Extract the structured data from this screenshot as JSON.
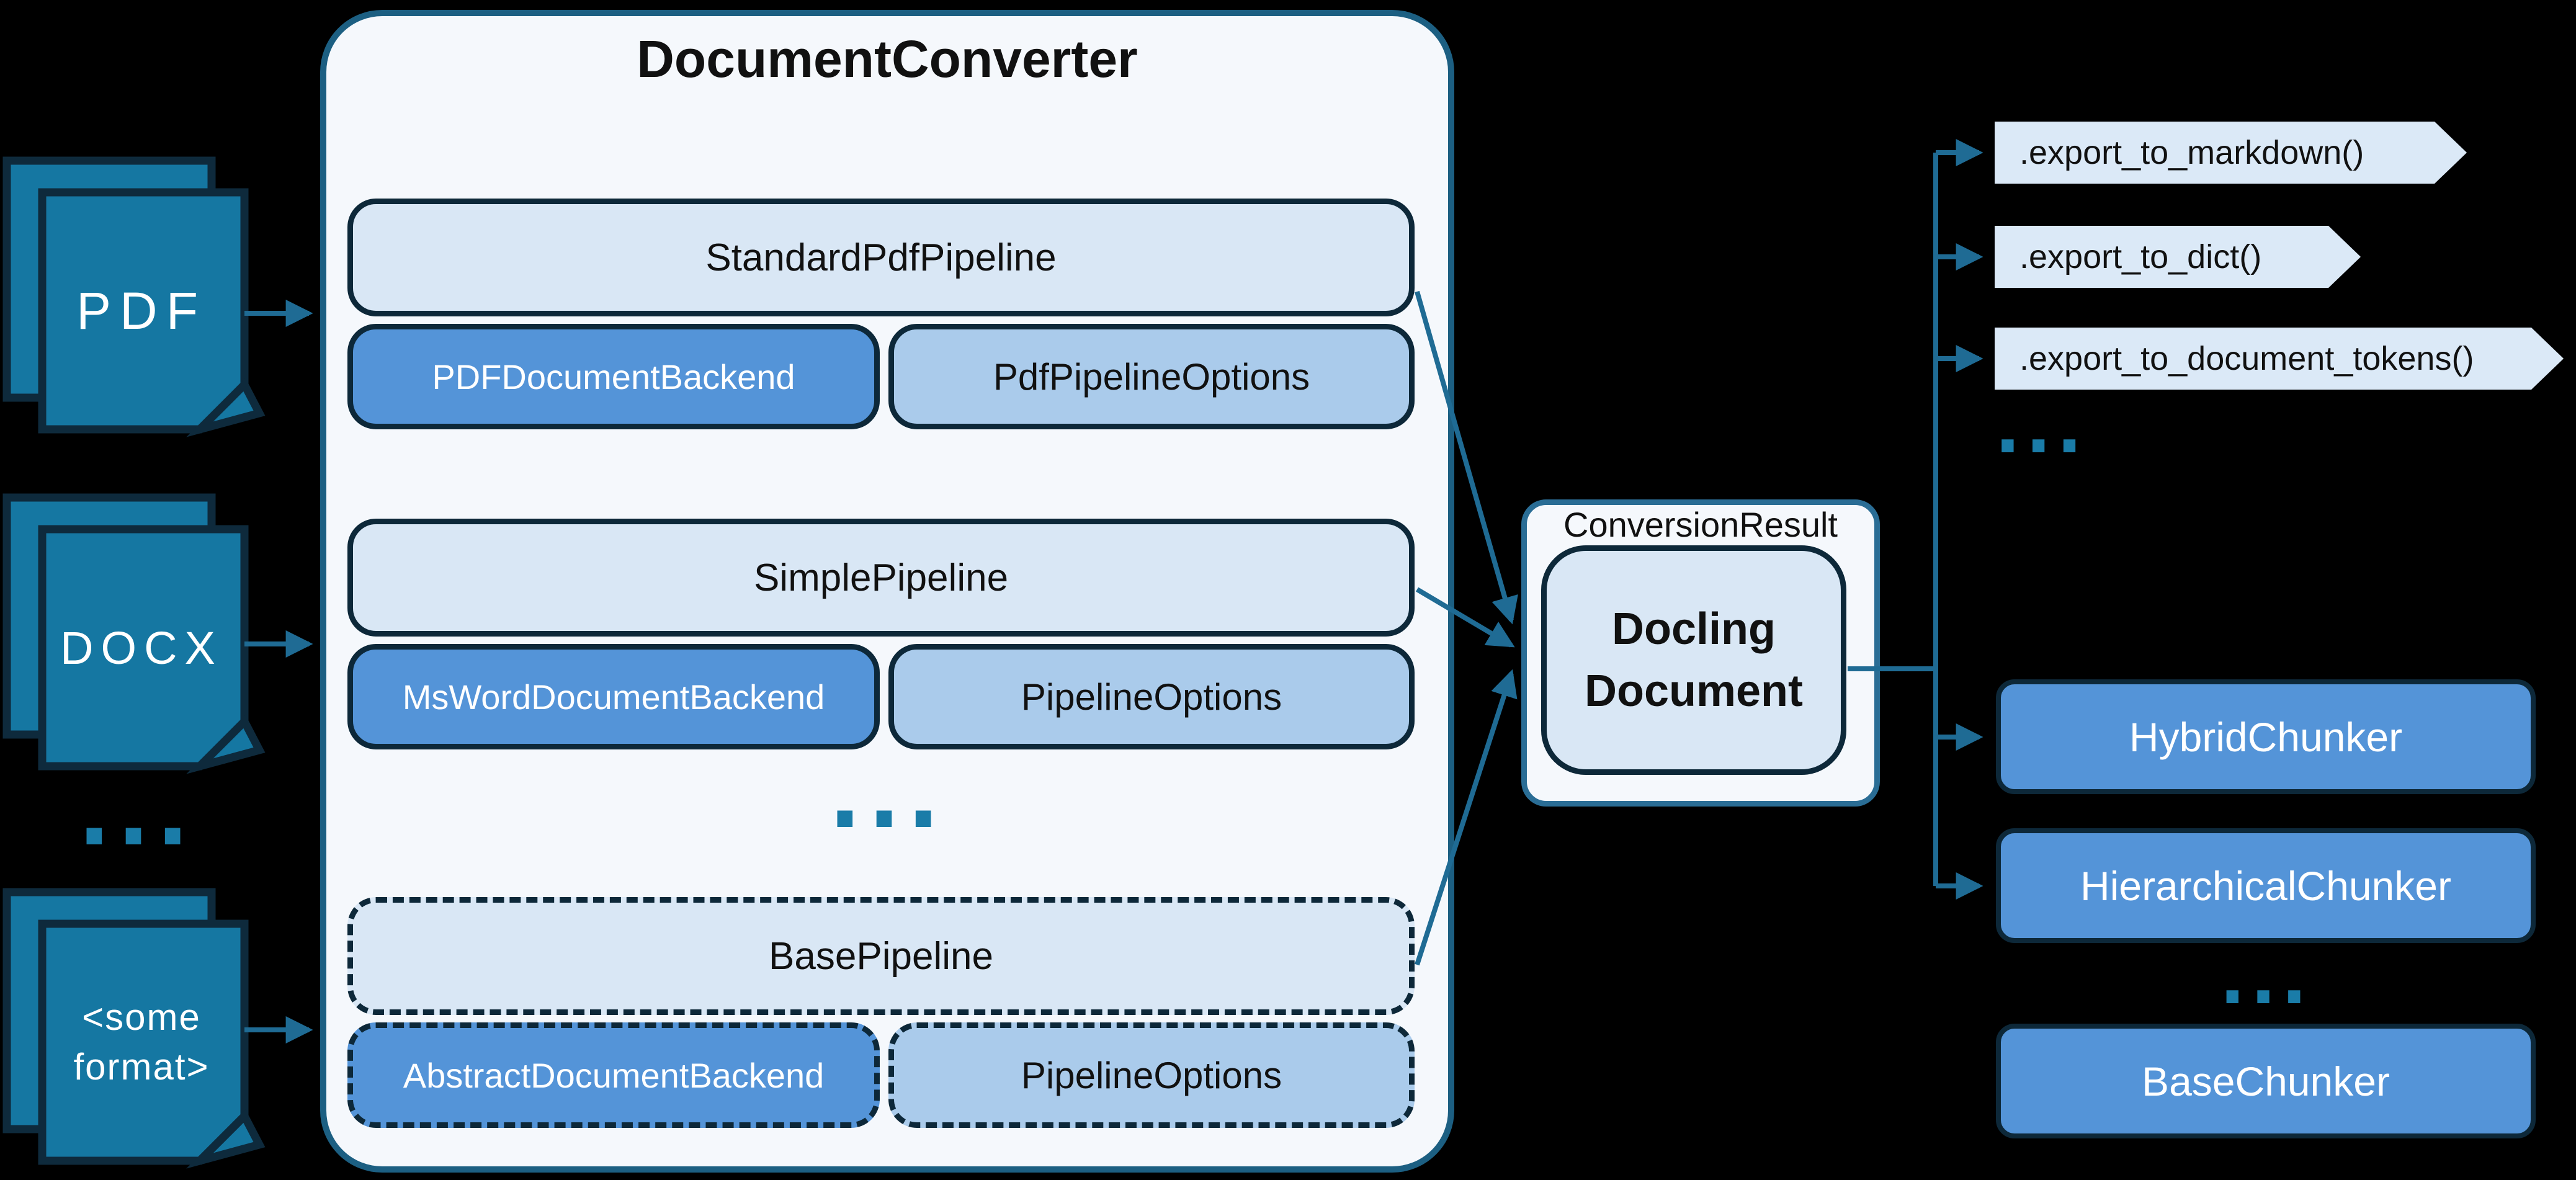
{
  "diagram": {
    "colors": {
      "background": "#000000",
      "doc_fill": "#1577a2",
      "doc_border": "#0e2a3c",
      "panel_fill": "#f5f8fc",
      "panel_border": "#1c5f82",
      "box_border": "#0d2839",
      "pipeline_fill": "#d9e7f5",
      "backend_fill": "#5494d8",
      "options_fill": "#aacbeb",
      "result_border": "#2a6d95",
      "tag_fill": "#dbe9f7",
      "arrow": "#1f6b94",
      "dots": "#1a7ca8",
      "text_dark": "#111111",
      "text_light": "#ffffff"
    },
    "inputs": [
      {
        "label": "PDF"
      },
      {
        "label": "DOCX"
      },
      {
        "label": "<some\nformat>"
      }
    ],
    "inputs_ellipsis": "...",
    "converter": {
      "title": "DocumentConverter",
      "groups": [
        {
          "pipeline": "StandardPdfPipeline",
          "backend": "PDFDocumentBackend",
          "options": "PdfPipelineOptions"
        },
        {
          "pipeline": "SimplePipeline",
          "backend": "MsWordDocumentBackend",
          "options": "PipelineOptions"
        },
        {
          "pipeline": "BasePipeline",
          "backend": "AbstractDocumentBackend",
          "options": "PipelineOptions"
        }
      ],
      "ellipsis": "..."
    },
    "result": {
      "container_label": "ConversionResult",
      "document_label": "Docling\nDocument"
    },
    "exports": {
      "items": [
        ".export_to_markdown()",
        ".export_to_dict()",
        ".export_to_document_tokens()"
      ],
      "ellipsis": "..."
    },
    "chunkers": {
      "items": [
        "HybridChunker",
        "HierarchicalChunker"
      ],
      "ellipsis": "...",
      "base": "BaseChunker"
    }
  }
}
